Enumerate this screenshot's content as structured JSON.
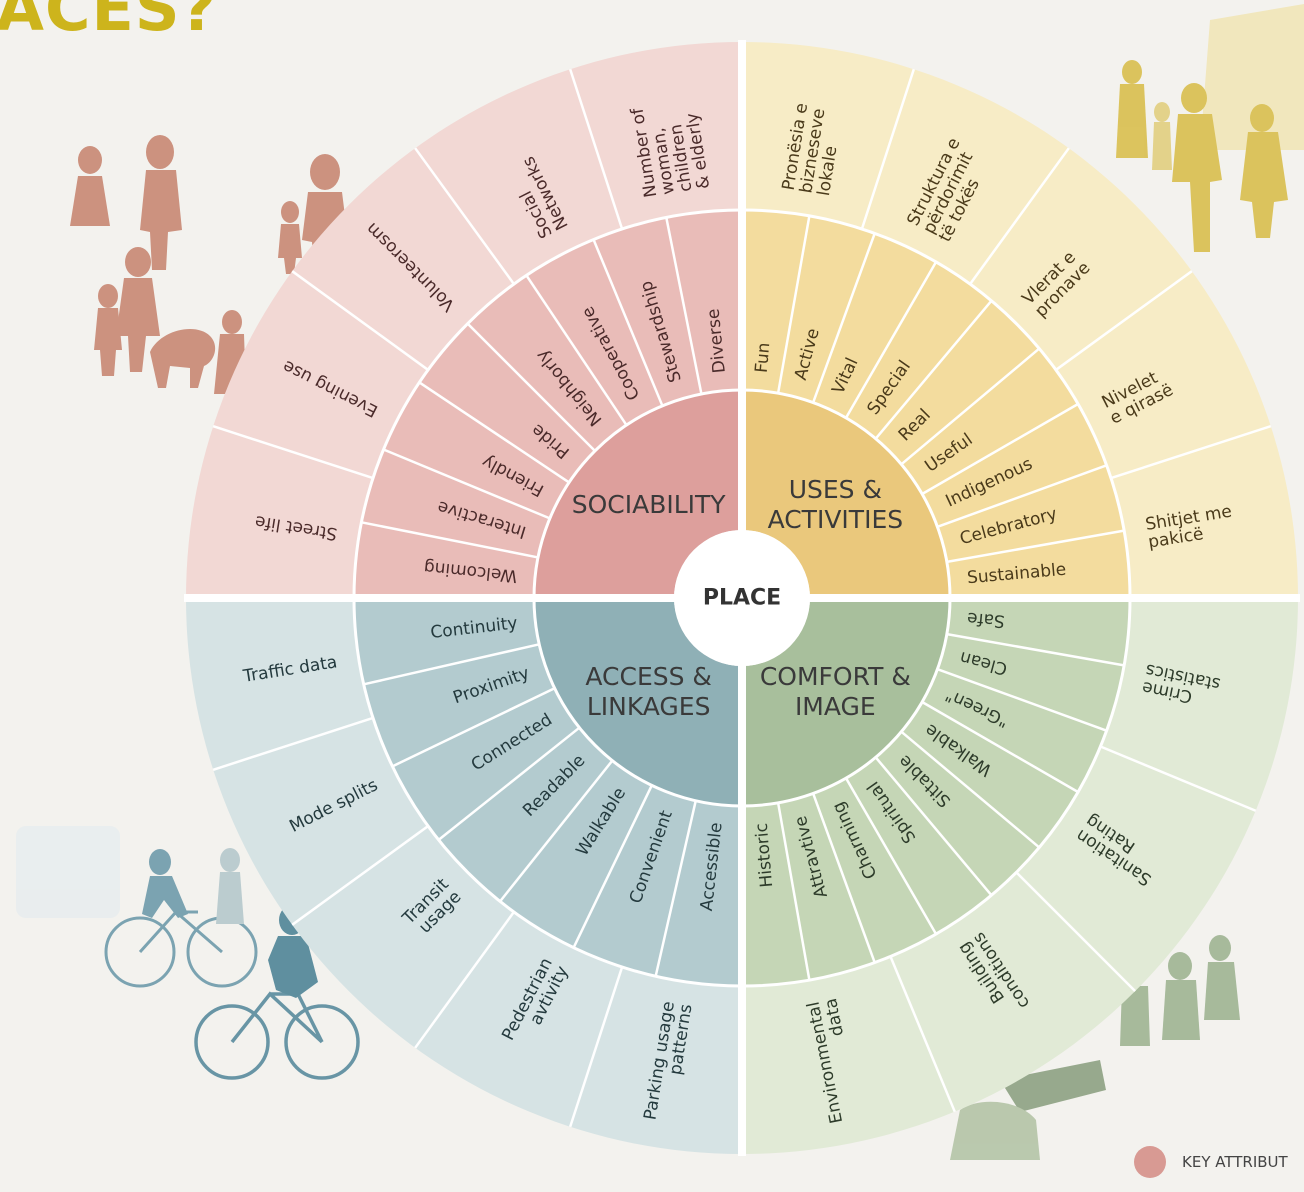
{
  "heading": "ACES?",
  "center_label": "PLACE",
  "legend_label": "KEY ATTRIBUT",
  "quadrants": [
    {
      "id": "uses",
      "title": [
        "USES &",
        "ACTIVITIES"
      ],
      "colors": {
        "core": "#eac87c",
        "middle": "#f3dc9e",
        "outer": "#f7ecc6",
        "text_dark": "#4a3a1a"
      },
      "middle": [
        "Fun",
        "Active",
        "Vital",
        "Special",
        "Real",
        "Useful",
        "Indigenous",
        "Celebratory",
        "Sustainable"
      ],
      "outer": [
        [
          "Pronësia e",
          "bizneseve",
          "lokale"
        ],
        [
          "Struktura e",
          "përdorimit",
          "të tokës"
        ],
        [
          "Vlerat e",
          "pronave"
        ],
        [
          "Nivelet",
          "e qirasë"
        ],
        [
          "Shitjet me",
          "pakicë"
        ]
      ]
    },
    {
      "id": "comfort",
      "title": [
        "COMFORT &",
        "IMAGE"
      ],
      "colors": {
        "core": "#a8bf9c",
        "middle": "#c5d6b6",
        "outer": "#e1ead6",
        "text_dark": "#2d3b2a"
      },
      "middle": [
        "Safe",
        "Clean",
        "\"Green\"",
        "Walkable",
        "Sittable",
        "Spiritual",
        "Charming",
        "Attravtive",
        "Historic"
      ],
      "outer": [
        [
          "Crime",
          "statistics"
        ],
        [
          "Sanitation",
          "Rating"
        ],
        [
          "Building",
          "conditions"
        ],
        [
          "Environmental",
          "data"
        ]
      ]
    },
    {
      "id": "access",
      "title": [
        "ACCESS &",
        "LINKAGES"
      ],
      "colors": {
        "core": "#8fb0b6",
        "middle": "#b3cbcf",
        "outer": "#d6e3e4",
        "text_dark": "#243a3e"
      },
      "middle": [
        "Accessible",
        "Convenient",
        "Walkable",
        "Readable",
        "Connected",
        "Proximity",
        "Continuity"
      ],
      "outer": [
        [
          "Parking usage",
          "patterns"
        ],
        [
          "Pedestrian",
          "avtivity"
        ],
        [
          "Transit",
          "usage"
        ],
        [
          "Mode splits"
        ],
        [
          "Traffic data"
        ]
      ]
    },
    {
      "id": "sociability",
      "title": [
        "SOCIABILITY"
      ],
      "colors": {
        "core": "#dd9f9c",
        "middle": "#e9bcb8",
        "outer": "#f2d8d4",
        "text_dark": "#4a2a2a"
      },
      "middle": [
        "Welcoming",
        "Interactive",
        "Friendly",
        "Pride",
        "Neighborly",
        "Cooperative",
        "Stewardship",
        "Diverse"
      ],
      "outer": [
        [
          "Street life"
        ],
        [
          "Evening use"
        ],
        [
          "Volunteerosm"
        ],
        [
          "Social",
          "Networks"
        ],
        [
          "Number of",
          "woman,",
          "children",
          "& elderly"
        ]
      ]
    }
  ]
}
